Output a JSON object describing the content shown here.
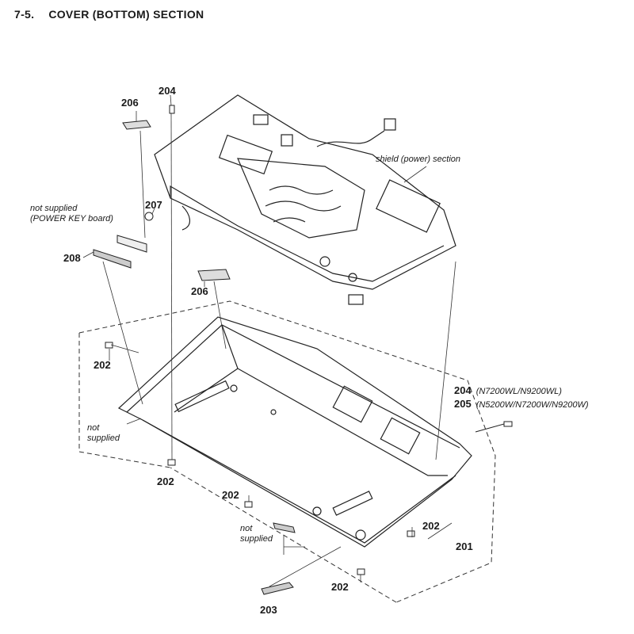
{
  "header": {
    "number": "7-5.",
    "title": "COVER (BOTTOM)  SECTION"
  },
  "parts": {
    "p201": "201",
    "p202a": "202",
    "p202b": "202",
    "p202c": "202",
    "p202d": "202",
    "p202e": "202",
    "p203": "203",
    "p204_top": "204",
    "p204_right": "204",
    "p204_models": "(N7200WL/N9200WL)",
    "p205": "205",
    "p205_models": "(N5200W/N7200W/N9200W)",
    "p206a": "206",
    "p206b": "206",
    "p207": "207",
    "p208": "208"
  },
  "notes": {
    "power_key_line1": "not supplied",
    "power_key_line2": "(POWER KEY board)",
    "shield": "shield (power) section",
    "left_line1": "not",
    "left_line2": "supplied",
    "bottom_line1": "not",
    "bottom_line2": "supplied"
  }
}
